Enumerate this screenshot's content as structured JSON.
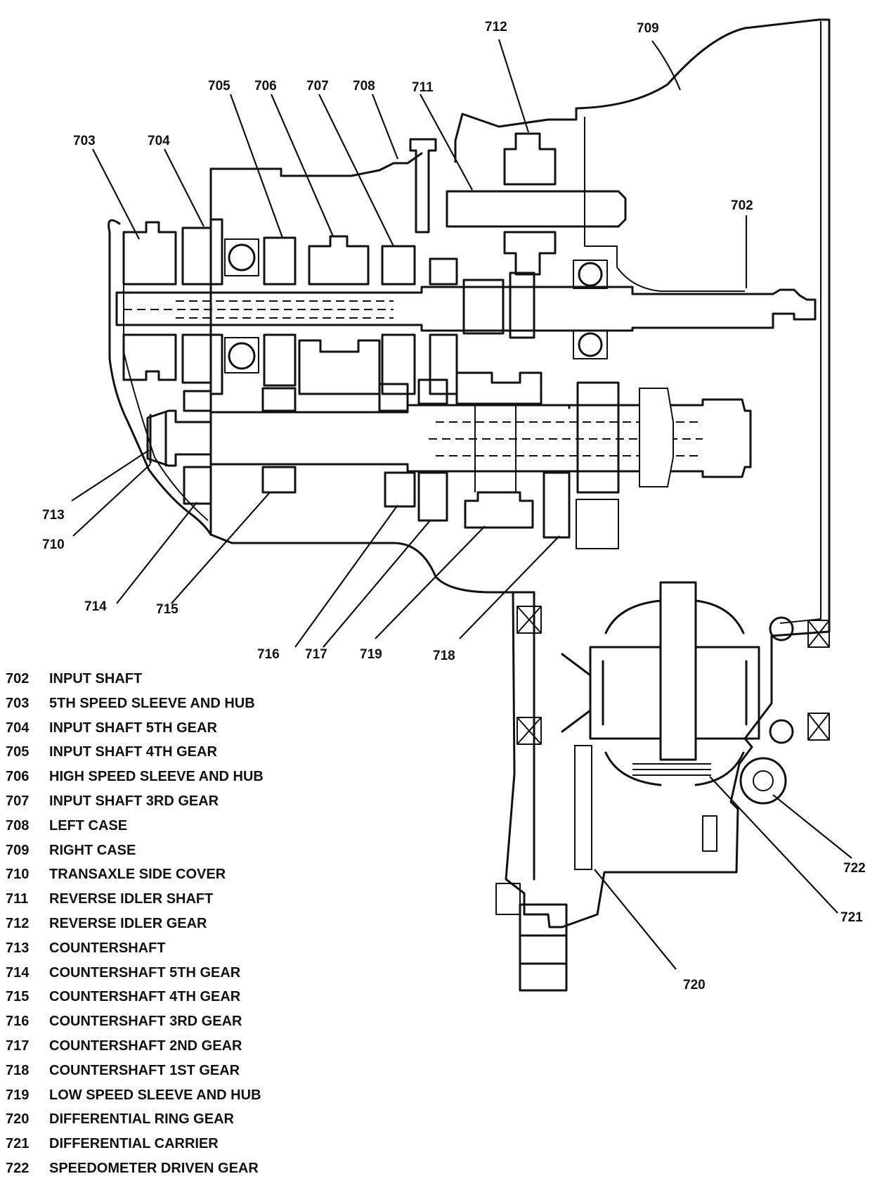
{
  "callouts": [
    {
      "id": "702",
      "label": "702"
    },
    {
      "id": "703",
      "label": "703"
    },
    {
      "id": "704",
      "label": "704"
    },
    {
      "id": "705",
      "label": "705"
    },
    {
      "id": "706",
      "label": "706"
    },
    {
      "id": "707",
      "label": "707"
    },
    {
      "id": "708",
      "label": "708"
    },
    {
      "id": "709",
      "label": "709"
    },
    {
      "id": "710",
      "label": "710"
    },
    {
      "id": "711",
      "label": "711"
    },
    {
      "id": "712",
      "label": "712"
    },
    {
      "id": "713",
      "label": "713"
    },
    {
      "id": "714",
      "label": "714"
    },
    {
      "id": "715",
      "label": "715"
    },
    {
      "id": "716",
      "label": "716"
    },
    {
      "id": "717",
      "label": "717"
    },
    {
      "id": "718",
      "label": "718"
    },
    {
      "id": "719",
      "label": "719"
    },
    {
      "id": "720",
      "label": "720"
    },
    {
      "id": "721",
      "label": "721"
    },
    {
      "id": "722",
      "label": "722"
    }
  ],
  "legend": [
    {
      "num": "702",
      "text": "INPUT SHAFT"
    },
    {
      "num": "703",
      "text": "5TH SPEED SLEEVE AND HUB"
    },
    {
      "num": "704",
      "text": "INPUT SHAFT 5TH GEAR"
    },
    {
      "num": "705",
      "text": "INPUT SHAFT 4TH GEAR"
    },
    {
      "num": "706",
      "text": "HIGH SPEED SLEEVE AND HUB"
    },
    {
      "num": "707",
      "text": "INPUT SHAFT 3RD GEAR"
    },
    {
      "num": "708",
      "text": "LEFT CASE"
    },
    {
      "num": "709",
      "text": "RIGHT CASE"
    },
    {
      "num": "710",
      "text": "TRANSAXLE SIDE COVER"
    },
    {
      "num": "711",
      "text": "REVERSE IDLER SHAFT"
    },
    {
      "num": "712",
      "text": "REVERSE IDLER GEAR"
    },
    {
      "num": "713",
      "text": "COUNTERSHAFT"
    },
    {
      "num": "714",
      "text": "COUNTERSHAFT 5TH GEAR"
    },
    {
      "num": "715",
      "text": "COUNTERSHAFT 4TH GEAR"
    },
    {
      "num": "716",
      "text": "COUNTERSHAFT 3RD GEAR"
    },
    {
      "num": "717",
      "text": "COUNTERSHAFT 2ND GEAR"
    },
    {
      "num": "718",
      "text": "COUNTERSHAFT 1ST GEAR"
    },
    {
      "num": "719",
      "text": "LOW SPEED SLEEVE AND HUB"
    },
    {
      "num": "720",
      "text": "DIFFERENTIAL RING GEAR"
    },
    {
      "num": "721",
      "text": "DIFFERENTIAL CARRIER"
    },
    {
      "num": "722",
      "text": "SPEEDOMETER DRIVEN GEAR"
    }
  ]
}
